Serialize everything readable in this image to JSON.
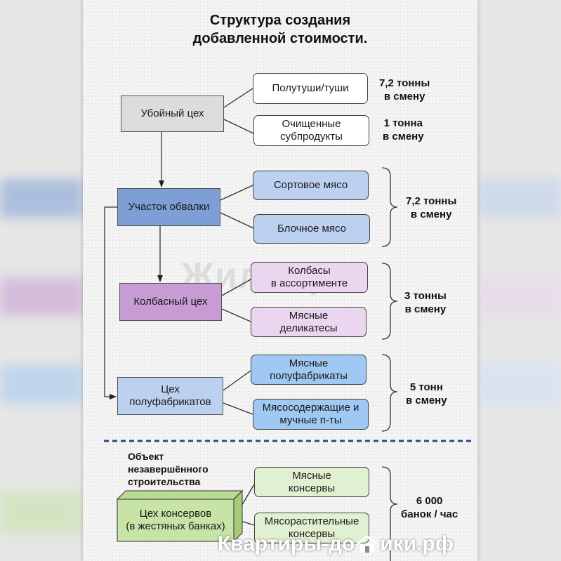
{
  "title": {
    "line1": "Структура создания",
    "line2": "добавленной стоимости."
  },
  "nodes": {
    "slaughter": "Убойный цех",
    "carcasses": "Полутуши/туши",
    "offal": {
      "line1": "Очищенные",
      "line2": "субпродукты"
    },
    "deboning": "Участок обвалки",
    "grade_meat": "Сортовое мясо",
    "block_meat": "Блочное мясо",
    "sausage_shop": "Колбасный цех",
    "sausages": {
      "line1": "Колбасы",
      "line2": "в ассортименте"
    },
    "delicacies": {
      "line1": "Мясные",
      "line2": "деликатесы"
    },
    "semi_shop": {
      "line1": "Цех",
      "line2": "полуфабрикатов"
    },
    "semi_products": {
      "line1": "Мясные",
      "line2": "полуфабрикаты"
    },
    "mixed_products": {
      "line1": "Мясосодержащие и",
      "line2": "мучные п-ты"
    },
    "cannery": {
      "line1": "Цех консервов",
      "line2": "(в жестяных банках)"
    },
    "canned_meat": {
      "line1": "Мясные",
      "line2": "консервы"
    },
    "canned_mixed": {
      "line1": "Мясорастительные",
      "line2": "консервы"
    }
  },
  "outputs": {
    "carcasses": {
      "line1": "7,2 тонны",
      "line2": "в смену"
    },
    "offal": {
      "line1": "1 тонна",
      "line2": "в смену"
    },
    "deboning": {
      "line1": "7,2 тонны",
      "line2": "в смену"
    },
    "sausage": {
      "line1": "3 тонны",
      "line2": "в смену"
    },
    "semi": {
      "line1": "5 тонн",
      "line2": "в смену"
    },
    "cannery": {
      "line1": "6 000",
      "line2": "банок / час"
    }
  },
  "unfinished_note": {
    "line1": "Объект",
    "line2": "незавершённого",
    "line3": "строительства"
  },
  "watermark": "Жилищ",
  "footer": {
    "left": "Квартиры-до",
    "right": "ики.рф"
  },
  "colors": {
    "slaughter": "#dcdcdc",
    "white_pill": "#ffffff",
    "blue_dark": "#7d9fd6",
    "blue_light": "#bcd0ef",
    "purple_dark": "#c79bd3",
    "purple_light": "#ead6ef",
    "sky": "#9fc9f2",
    "sky_light": "#cfe3f8",
    "green": "#c7e3a6",
    "green_light": "#e2f0d2",
    "divider": "#1f4e8c"
  }
}
